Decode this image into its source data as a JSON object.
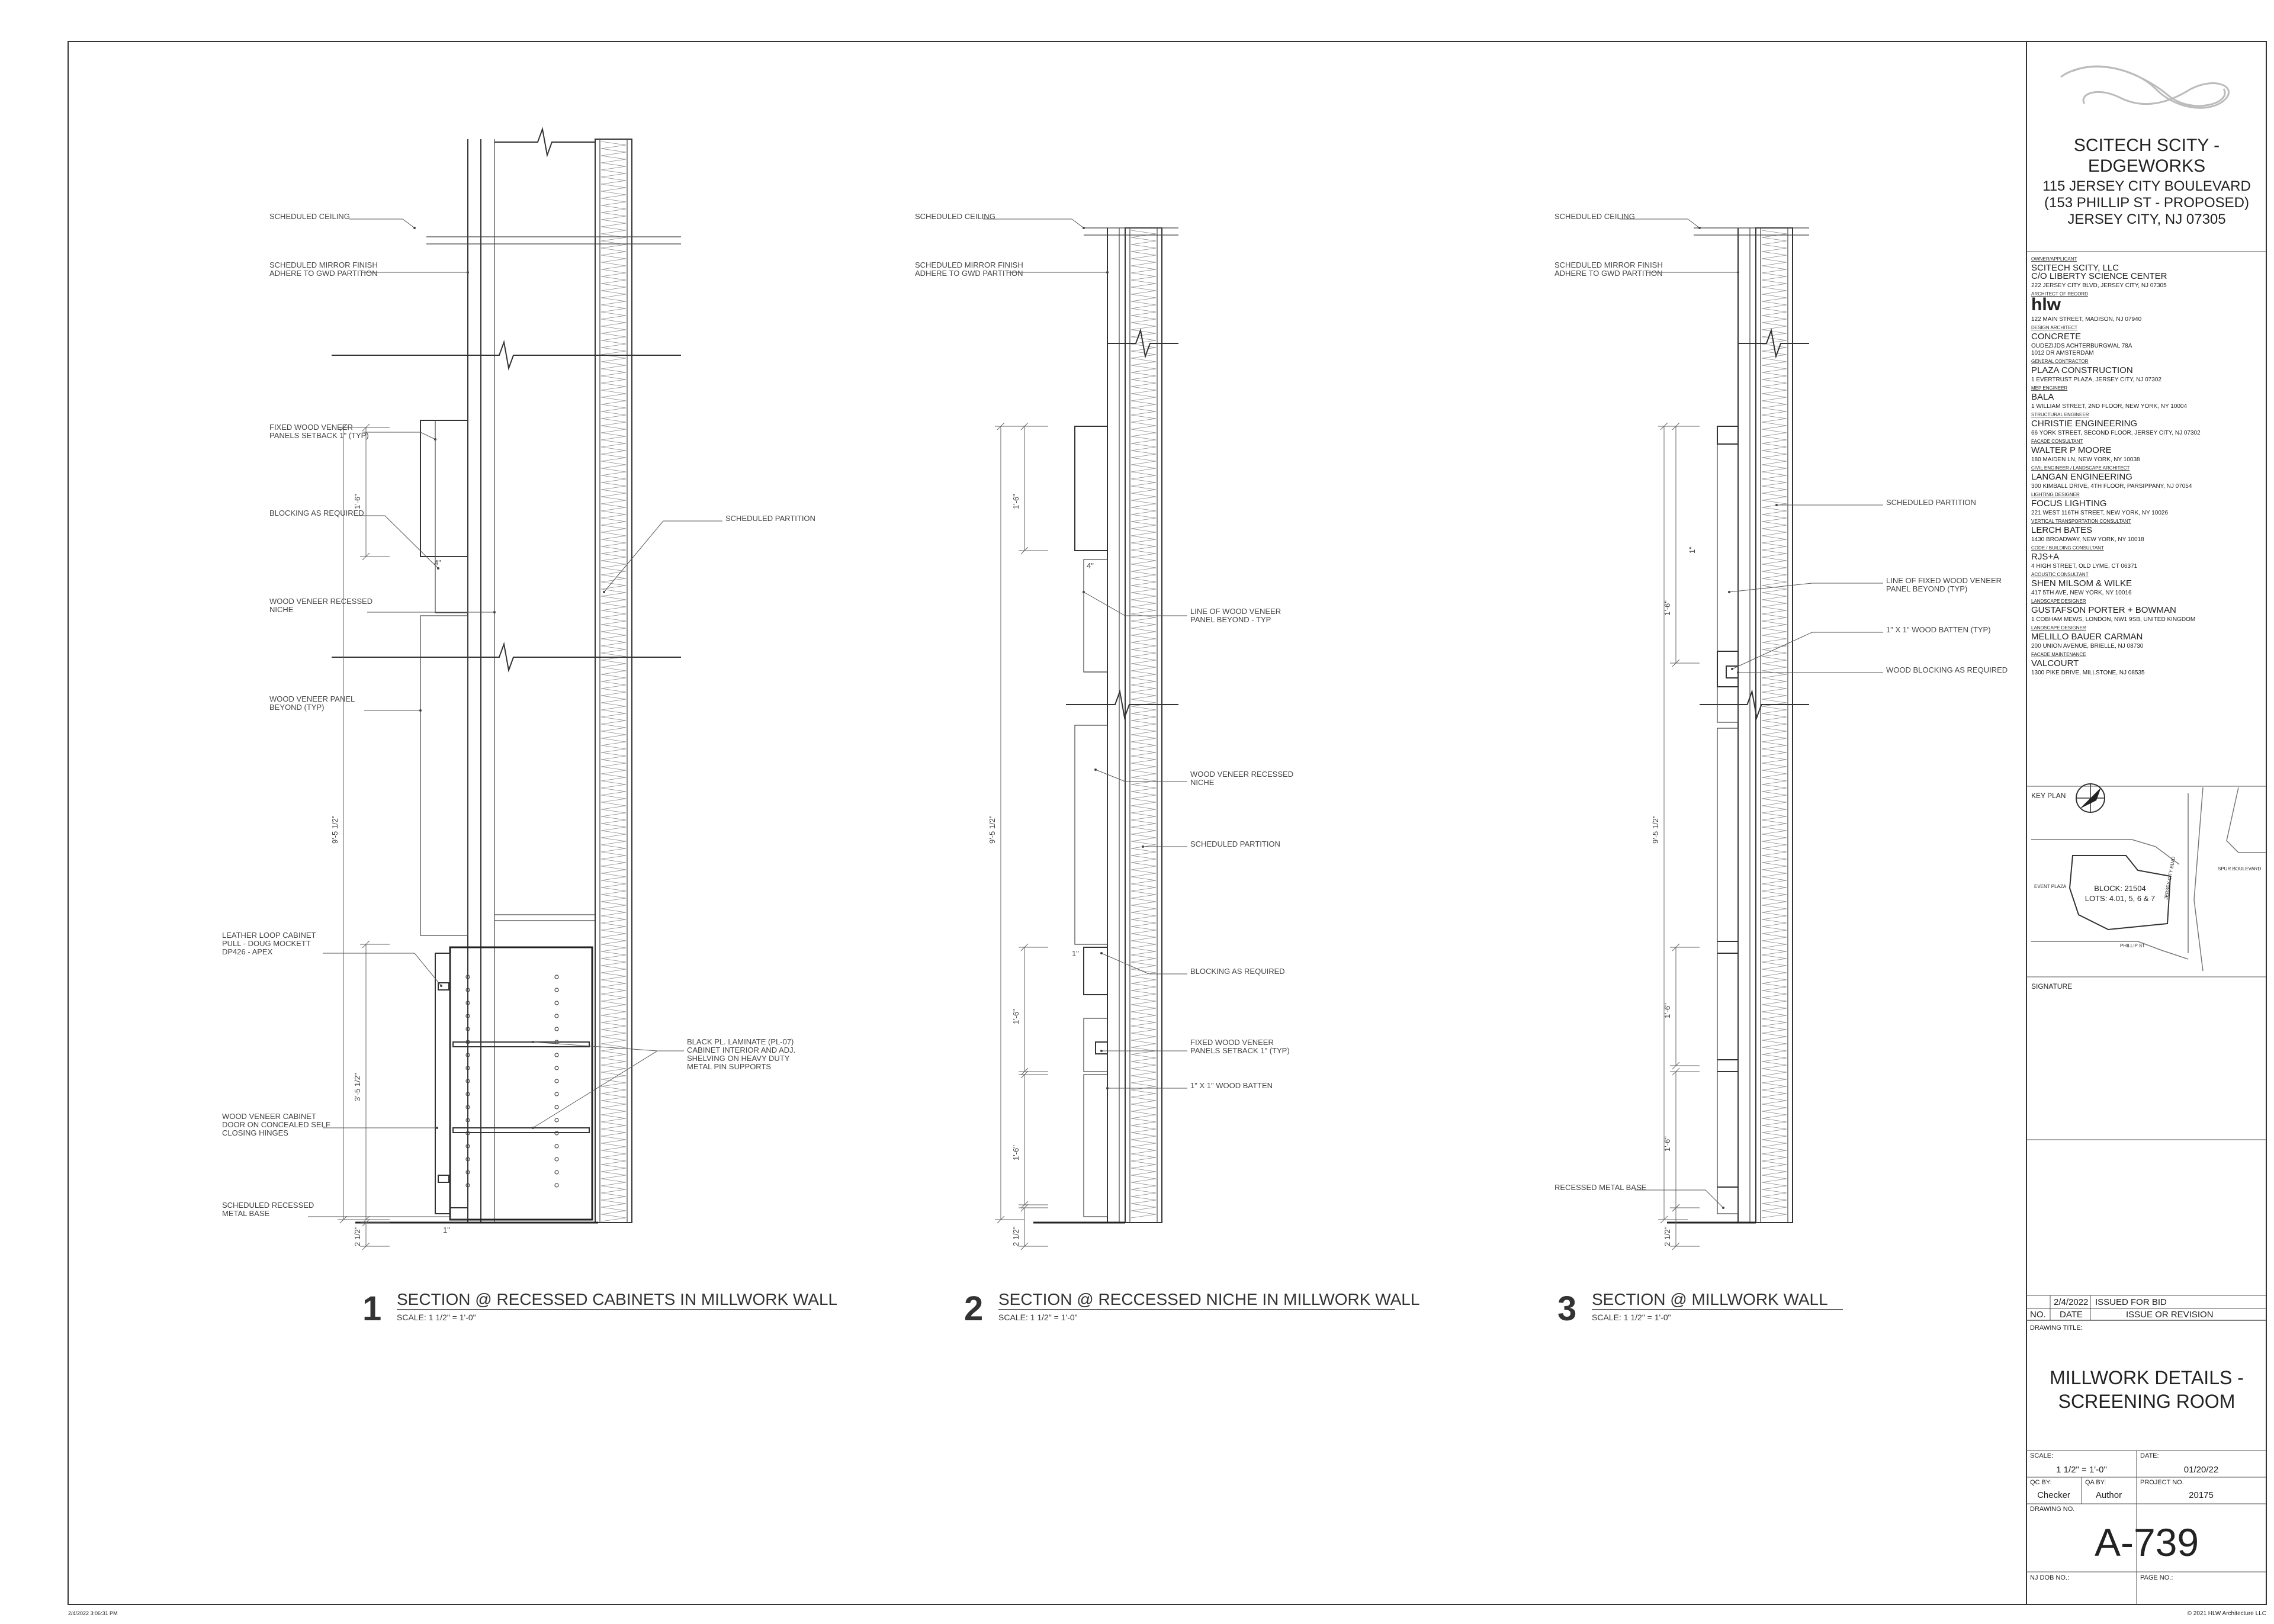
{
  "project": {
    "name_line1": "SCITECH SCITY -",
    "name_line2": "EDGEWORKS",
    "address1": "115 JERSEY CITY BOULEVARD",
    "address2": "(153 PHILLIP ST - PROPOSED)",
    "address3": "JERSEY CITY, NJ 07305"
  },
  "consultants": [
    {
      "role": "OWNER/APPLICANT",
      "name": "SCITECH SCITY, LLC",
      "name2": "C/O  LIBERTY SCIENCE CENTER",
      "addr": "222 JERSEY CITY BLVD, JERSEY CITY, NJ 07305"
    },
    {
      "role": "ARCHITECT OF RECORD",
      "name": "hlw",
      "addr": "122 MAIN STREET, MADISON, NJ 07940"
    },
    {
      "role": "DESIGN ARCHITECT",
      "name": "CONCRETE",
      "name2": "OUDEZIJDS ACHTERBURGWAL 78A",
      "addr": "1012 DR AMSTERDAM"
    },
    {
      "role": "GENERAL CONTRACTOR",
      "name": "PLAZA CONSTRUCTION",
      "addr": "1 EVERTRUST PLAZA, JERSEY CITY, NJ 07302"
    },
    {
      "role": "MEP ENGINEER",
      "name": "BALA",
      "addr": "1 WILLIAM STREET, 2ND FLOOR, NEW YORK, NY 10004"
    },
    {
      "role": "STRUCTURAL ENGINEER",
      "name": "CHRISTIE ENGINEERING",
      "addr": "66 YORK STREET, SECOND FLOOR, JERSEY CITY, NJ 07302"
    },
    {
      "role": "FACADE CONSULTANT",
      "name": "WALTER P MOORE",
      "addr": "180 MAIDEN LN, NEW YORK, NY 10038"
    },
    {
      "role": "CIVIL ENGINEER / LANDSCAPE ARCHITECT",
      "name": "LANGAN ENGINEERING",
      "addr": "300 KIMBALL DRIVE, 4TH FLOOR, PARSIPPANY, NJ 07054"
    },
    {
      "role": "LIGHTING DESIGNER",
      "name": "FOCUS LIGHTING",
      "addr": "221 WEST 116TH STREET, NEW YORK, NY 10026"
    },
    {
      "role": "VERTICAL TRANSPORTATION CONSULTANT",
      "name": "LERCH BATES",
      "addr": "1430 BROADWAY, NEW YORK, NY 10018"
    },
    {
      "role": "CODE / BUILDING CONSULTANT",
      "name": "RJS+A",
      "addr": "4 HIGH STREET, OLD LYME, CT 06371"
    },
    {
      "role": "ACOUSTIC CONSULTANT",
      "name": "SHEN MILSOM & WILKE",
      "addr": "417 5TH AVE, NEW YORK, NY 10016"
    },
    {
      "role": "LANDSCAPE DESIGNER",
      "name": "GUSTAFSON PORTER + BOWMAN",
      "addr": "1 COBHAM MEWS, LONDON, NW1 9SB, UNITED KINGDOM"
    },
    {
      "role": "LANDSCAPE DESIGNER",
      "name": "MELILLO BAUER CARMAN",
      "addr": "200 UNION AVENUE, BRIELLE, NJ 08730"
    },
    {
      "role": "FACADE MAINTENANCE",
      "name": "VALCOURT",
      "addr": "1300 PIKE DRIVE, MILLSTONE, NJ 08535"
    }
  ],
  "keyplan": {
    "label": "KEY PLAN",
    "block": "BLOCK: 21504",
    "lots": "LOTS: 4.01, 5, 6 & 7",
    "street1": "EVENT PLAZA",
    "street2": "JERSEY CITY BLVD",
    "street3": "PHILLIP ST",
    "street4": "SPUR BOULEVARD"
  },
  "signature_label": "SIGNATURE",
  "revisions": {
    "rows": [
      {
        "date": "2/4/2022",
        "issue": "ISSUED FOR BID"
      }
    ],
    "col_no": "NO.",
    "col_date": "DATE",
    "col_issue": "ISSUE OR REVISION"
  },
  "drawing": {
    "title_label": "DRAWING TITLE:",
    "title1": "MILLWORK DETAILS -",
    "title2": "SCREENING ROOM",
    "scale_label": "SCALE:",
    "scale": "1 1/2\" = 1'-0\"",
    "date_label": "DATE:",
    "date": "01/20/22",
    "qc_label": "QC BY:",
    "qc": "Checker",
    "qa_label": "QA BY:",
    "qa": "Author",
    "project_no_label": "PROJECT NO.",
    "project_no": "20175",
    "drawing_no_label": "DRAWING NO.",
    "drawing_no": "A-739",
    "nj_dob_label": "NJ DOB NO.:",
    "page_label": "PAGE NO.:"
  },
  "footer": {
    "timestamp": "2/4/2022 3:06:31 PM",
    "copyright": "© 2021 HLW Architecture LLC"
  },
  "sections": [
    {
      "number": "1",
      "title": "SECTION @ RECESSED CABINETS IN MILLWORK WALL",
      "scale": "SCALE:  1 1/2\" = 1'-0\"",
      "labels": [
        {
          "lines": [
            "SCHEDULED CEILING"
          ]
        },
        {
          "lines": [
            "SCHEDULED MIRROR FINISH",
            "ADHERE TO GWD PARTITION"
          ]
        },
        {
          "lines": [
            "FIXED WOOD VENEER",
            "PANELS SETBACK 1\" (TYP)"
          ]
        },
        {
          "lines": [
            "BLOCKING AS REQUIRED"
          ]
        },
        {
          "lines": [
            "WOOD VENEER RECESSED",
            "NICHE"
          ]
        },
        {
          "lines": [
            "WOOD VENEER PANEL",
            "BEYOND (TYP)"
          ]
        },
        {
          "lines": [
            "LEATHER LOOP CABINET",
            "PULL - DOUG MOCKETT",
            "DP426 - APEX"
          ]
        },
        {
          "lines": [
            "WOOD VENEER CABINET",
            "DOOR ON CONCEALED SELF",
            "CLOSING HINGES"
          ]
        },
        {
          "lines": [
            "SCHEDULED RECESSED",
            "METAL BASE"
          ]
        },
        {
          "lines": [
            "SCHEDULED PARTITION"
          ]
        },
        {
          "lines": [
            "BLACK PL. LAMINATE (PL-07)",
            "CABINET INTERIOR AND ADJ.",
            "SHELVING ON HEAVY DUTY",
            "METAL PIN SUPPORTS"
          ]
        }
      ],
      "dims": [
        "1'-6\"",
        "4\"",
        "9'-5 1/2\"",
        "3'-5 1/2\"",
        "2 1/2\"",
        "1\"",
        "4\""
      ]
    },
    {
      "number": "2",
      "title": "SECTION @ RECCESSED NICHE IN MILLWORK WALL",
      "scale": "SCALE:  1 1/2\" = 1'-0\"",
      "labels": [
        {
          "lines": [
            "SCHEDULED CEILING"
          ]
        },
        {
          "lines": [
            "SCHEDULED MIRROR FINISH",
            "ADHERE TO GWD PARTITION"
          ]
        },
        {
          "lines": [
            "LINE OF WOOD VENEER",
            "PANEL BEYOND - TYP"
          ]
        },
        {
          "lines": [
            "WOOD VENEER RECESSED",
            "NICHE"
          ]
        },
        {
          "lines": [
            "SCHEDULED PARTITION"
          ]
        },
        {
          "lines": [
            "BLOCKING AS REQUIRED"
          ]
        },
        {
          "lines": [
            "FIXED WOOD VENEER",
            "PANELS SETBACK 1\" (TYP)"
          ]
        },
        {
          "lines": [
            "1\" X 1\" WOOD BATTEN"
          ]
        }
      ],
      "dims": [
        "1'-6\"",
        "4\"",
        "9'-5 1/2\"",
        "1'-6\"",
        "1'-6\"",
        "2 1/2\"",
        "1\""
      ]
    },
    {
      "number": "3",
      "title": "SECTION @ MILLWORK WALL",
      "scale": "SCALE:  1 1/2\" = 1'-0\"",
      "labels": [
        {
          "lines": [
            "SCHEDULED CEILING"
          ]
        },
        {
          "lines": [
            "SCHEDULED MIRROR FINISH",
            "ADHERE TO GWD PARTITION"
          ]
        },
        {
          "lines": [
            "SCHEDULED PARTITION"
          ]
        },
        {
          "lines": [
            "LINE OF FIXED WOOD VENEER",
            "PANEL BEYOND  (TYP)"
          ]
        },
        {
          "lines": [
            "1\" X 1\" WOOD BATTEN (TYP)"
          ]
        },
        {
          "lines": [
            "WOOD BLOCKING AS REQUIRED"
          ]
        },
        {
          "lines": [
            "RECESSED METAL BASE"
          ]
        }
      ],
      "dims": [
        "1'-6\"",
        "9'-5 1/2\"",
        "1'-6\"",
        "1'-6\"",
        "2 1/2\"",
        "1\""
      ]
    }
  ]
}
